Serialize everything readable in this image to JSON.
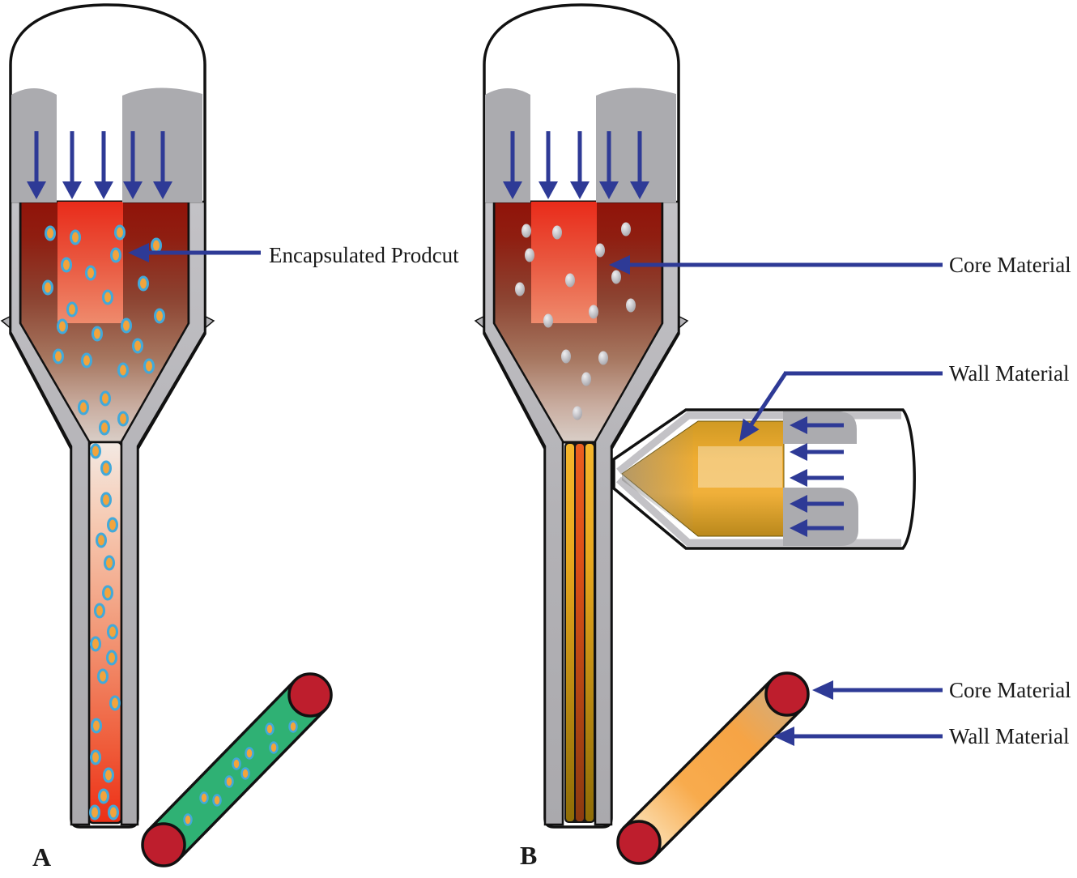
{
  "figure": {
    "panel_a": {
      "label": "A",
      "annotation_encapsulated": "Encapsulated Prodcut"
    },
    "panel_b": {
      "label": "B",
      "annotation_core_top": "Core Material",
      "annotation_wall_top": "Wall Material",
      "annotation_core_bottom": "Core Material",
      "annotation_wall_bottom": "Wall Material"
    }
  },
  "colors": {
    "arrow_blue": "#2e3a96",
    "cap_red": "#be1e2d",
    "fiber_green": "#2fb174",
    "particle_orange": "#f2a43c",
    "particle_ring": "#42a9da",
    "wall_gray": "#b5b4b8",
    "piston_gray": "#ababaf",
    "chamber_red": "#e92b1a",
    "chamber_dark_red": "#8e150d",
    "stripe_yellow": "#f0b02a",
    "stripe_orange": "#e85c1e",
    "amber": "#eead32",
    "droplet_gray": "#aeadb2",
    "text_color": "#1a1a1a"
  }
}
